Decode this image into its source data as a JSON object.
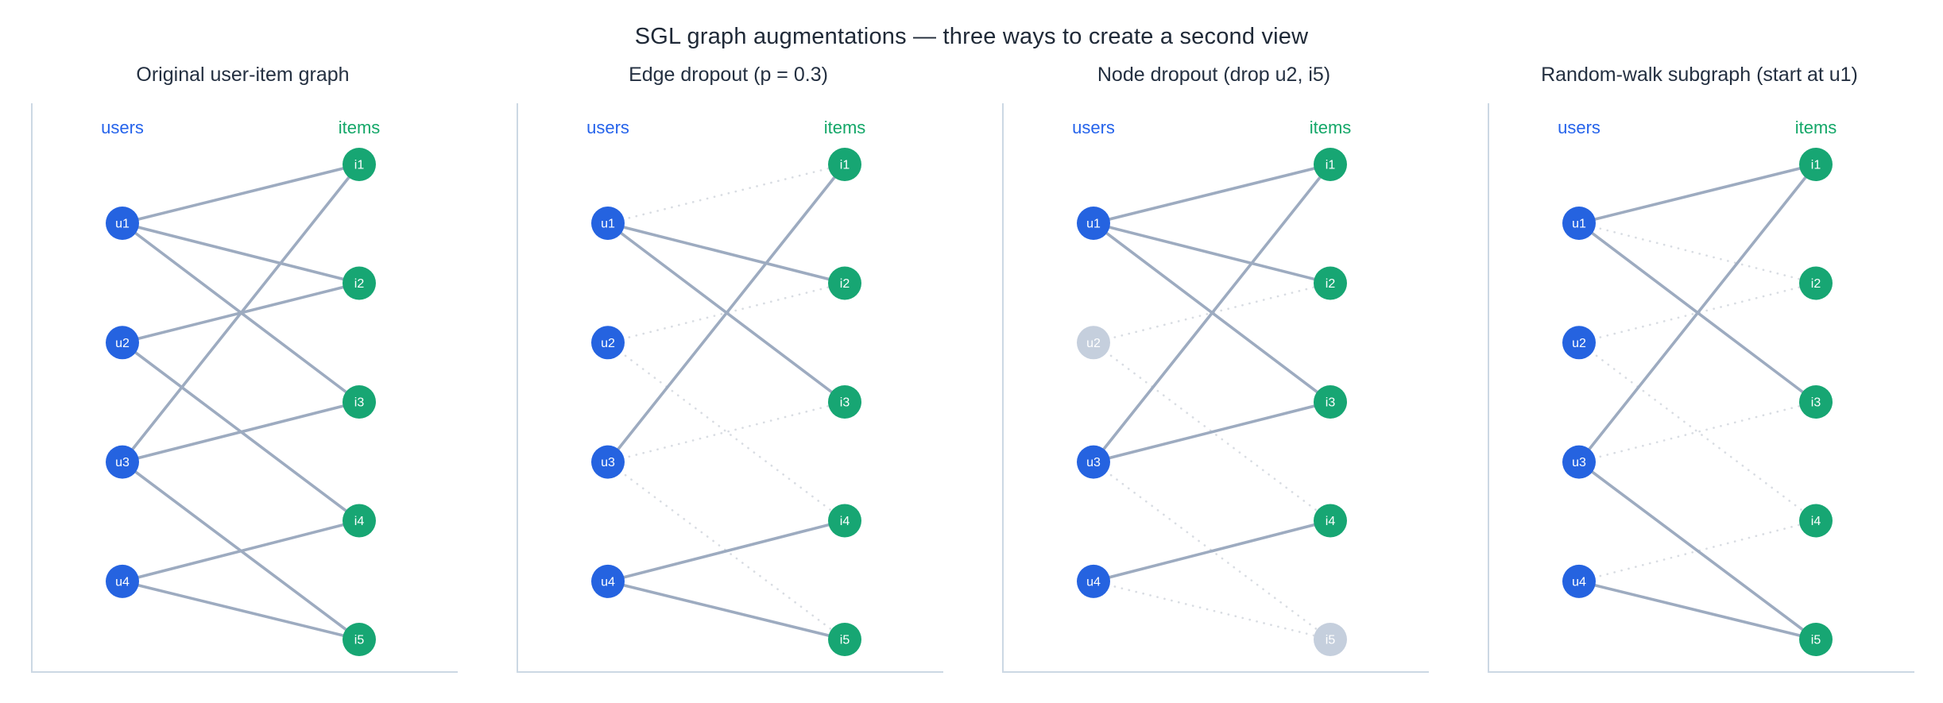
{
  "title": "SGL graph augmentations — three ways to create a second view",
  "colors": {
    "title_text": "#1f2937",
    "caption_text": "#243041",
    "user_node": "#2563e0",
    "item_node": "#17a673",
    "dropped_node": "#c5cfdd",
    "node_text": "#ffffff",
    "users_label": "#2563eb",
    "items_label": "#13a768",
    "edge_kept": "#9dabc0",
    "edge_dropped": "#d8dce2",
    "spine": "#ccd8e4"
  },
  "chart_data": {
    "type": "diagram",
    "subtype": "bipartite-user-item-graphs",
    "users": [
      "u1",
      "u2",
      "u3",
      "u4"
    ],
    "items": [
      "i1",
      "i2",
      "i3",
      "i4",
      "i5"
    ],
    "base_edges": [
      [
        "u1",
        "i1"
      ],
      [
        "u1",
        "i2"
      ],
      [
        "u1",
        "i3"
      ],
      [
        "u2",
        "i2"
      ],
      [
        "u2",
        "i4"
      ],
      [
        "u3",
        "i1"
      ],
      [
        "u3",
        "i3"
      ],
      [
        "u3",
        "i5"
      ],
      [
        "u4",
        "i4"
      ],
      [
        "u4",
        "i5"
      ]
    ]
  },
  "panels": [
    {
      "id": "original",
      "caption": "Original user-item graph",
      "users_label": "users",
      "items_label": "items",
      "users": [
        "u1",
        "u2",
        "u3",
        "u4"
      ],
      "items": [
        "i1",
        "i2",
        "i3",
        "i4",
        "i5"
      ],
      "dropped_nodes": [],
      "edges": [
        {
          "from": "u1",
          "to": "i1",
          "kept": true
        },
        {
          "from": "u1",
          "to": "i2",
          "kept": true
        },
        {
          "from": "u1",
          "to": "i3",
          "kept": true
        },
        {
          "from": "u2",
          "to": "i2",
          "kept": true
        },
        {
          "from": "u2",
          "to": "i4",
          "kept": true
        },
        {
          "from": "u3",
          "to": "i1",
          "kept": true
        },
        {
          "from": "u3",
          "to": "i3",
          "kept": true
        },
        {
          "from": "u3",
          "to": "i5",
          "kept": true
        },
        {
          "from": "u4",
          "to": "i4",
          "kept": true
        },
        {
          "from": "u4",
          "to": "i5",
          "kept": true
        }
      ]
    },
    {
      "id": "edge-dropout",
      "caption": "Edge dropout (p = 0.3)",
      "users_label": "users",
      "items_label": "items",
      "users": [
        "u1",
        "u2",
        "u3",
        "u4"
      ],
      "items": [
        "i1",
        "i2",
        "i3",
        "i4",
        "i5"
      ],
      "dropped_nodes": [],
      "edges": [
        {
          "from": "u1",
          "to": "i1",
          "kept": false
        },
        {
          "from": "u1",
          "to": "i2",
          "kept": true
        },
        {
          "from": "u1",
          "to": "i3",
          "kept": true
        },
        {
          "from": "u2",
          "to": "i2",
          "kept": false
        },
        {
          "from": "u2",
          "to": "i4",
          "kept": false
        },
        {
          "from": "u3",
          "to": "i1",
          "kept": true
        },
        {
          "from": "u3",
          "to": "i3",
          "kept": false
        },
        {
          "from": "u3",
          "to": "i5",
          "kept": false
        },
        {
          "from": "u4",
          "to": "i4",
          "kept": true
        },
        {
          "from": "u4",
          "to": "i5",
          "kept": true
        }
      ]
    },
    {
      "id": "node-dropout",
      "caption": "Node dropout (drop u2, i5)",
      "users_label": "users",
      "items_label": "items",
      "users": [
        "u1",
        "u2",
        "u3",
        "u4"
      ],
      "items": [
        "i1",
        "i2",
        "i3",
        "i4",
        "i5"
      ],
      "dropped_nodes": [
        "u2",
        "i5"
      ],
      "edges": [
        {
          "from": "u1",
          "to": "i1",
          "kept": true
        },
        {
          "from": "u1",
          "to": "i2",
          "kept": true
        },
        {
          "from": "u1",
          "to": "i3",
          "kept": true
        },
        {
          "from": "u2",
          "to": "i2",
          "kept": false
        },
        {
          "from": "u2",
          "to": "i4",
          "kept": false
        },
        {
          "from": "u3",
          "to": "i1",
          "kept": true
        },
        {
          "from": "u3",
          "to": "i3",
          "kept": true
        },
        {
          "from": "u3",
          "to": "i5",
          "kept": false
        },
        {
          "from": "u4",
          "to": "i4",
          "kept": true
        },
        {
          "from": "u4",
          "to": "i5",
          "kept": false
        }
      ]
    },
    {
      "id": "random-walk",
      "caption": "Random-walk subgraph (start at u1)",
      "users_label": "users",
      "items_label": "items",
      "users": [
        "u1",
        "u2",
        "u3",
        "u4"
      ],
      "items": [
        "i1",
        "i2",
        "i3",
        "i4",
        "i5"
      ],
      "dropped_nodes": [],
      "edges": [
        {
          "from": "u1",
          "to": "i1",
          "kept": true
        },
        {
          "from": "u1",
          "to": "i2",
          "kept": false
        },
        {
          "from": "u1",
          "to": "i3",
          "kept": true
        },
        {
          "from": "u2",
          "to": "i2",
          "kept": false
        },
        {
          "from": "u2",
          "to": "i4",
          "kept": false
        },
        {
          "from": "u3",
          "to": "i1",
          "kept": true
        },
        {
          "from": "u3",
          "to": "i3",
          "kept": false
        },
        {
          "from": "u3",
          "to": "i5",
          "kept": true
        },
        {
          "from": "u4",
          "to": "i4",
          "kept": false
        },
        {
          "from": "u4",
          "to": "i5",
          "kept": true
        }
      ]
    }
  ]
}
